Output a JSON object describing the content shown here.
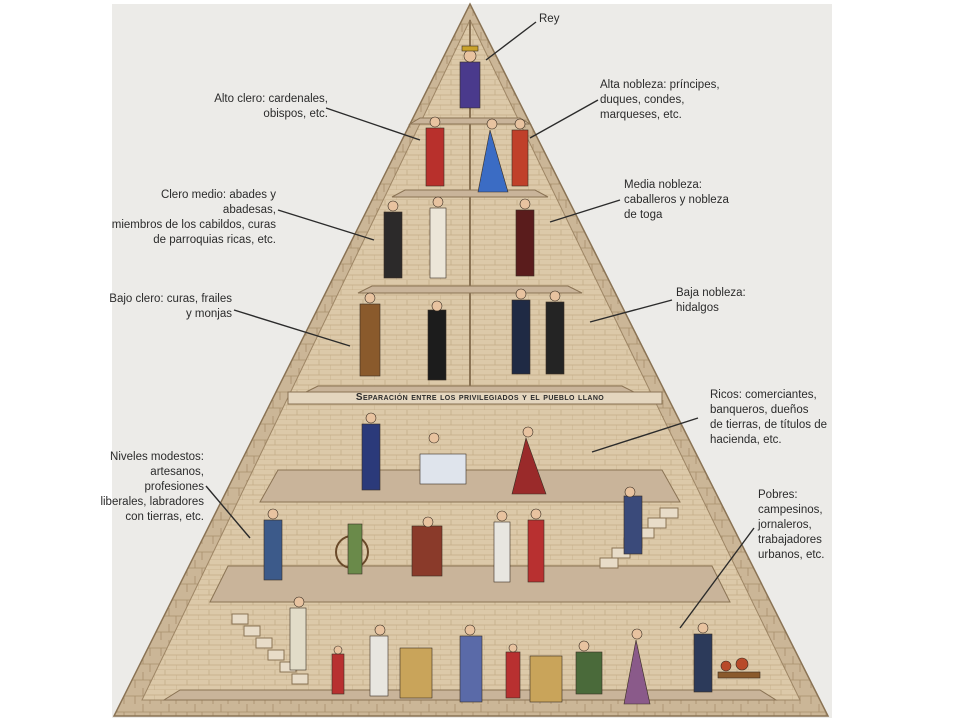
{
  "diagram": {
    "separator_text": "Separación entre los privilegiados y el pueblo llano",
    "labels": {
      "rey": "Rey",
      "alto_clero": "Alto clero: cardenales,\nobispos, etc.",
      "alta_nobleza": "Alta nobleza: príncipes,\nduques, condes,\nmarqueses, etc.",
      "clero_medio": "Clero medio: abades y abadesas,\nmiembros de los cabildos, curas\nde parroquias ricas, etc.",
      "media_nobleza": "Media nobleza:\ncaballeros y nobleza\nde toga",
      "bajo_clero": "Bajo clero: curas, frailes\ny monjas",
      "baja_nobleza": "Baja nobleza:\nhidalgos",
      "ricos": "Ricos: comerciantes,\nbanqueros, dueños\nde tierras, de títulos de\nhacienda, etc.",
      "niveles_modestos": "Niveles modestos:\nartesanos,\nprofesiones\nliberales, labradores\ncon tierras, etc.",
      "pobres": "Pobres:\ncampesinos,\njornaleros,\ntrabajadores\nurbanos, etc."
    },
    "colors": {
      "background_panel": "#ecebe8",
      "stone": "#d9c6a6",
      "stone_dark": "#bfa782",
      "floor": "#c9b49a",
      "leader_line": "#2b2b2b"
    }
  }
}
